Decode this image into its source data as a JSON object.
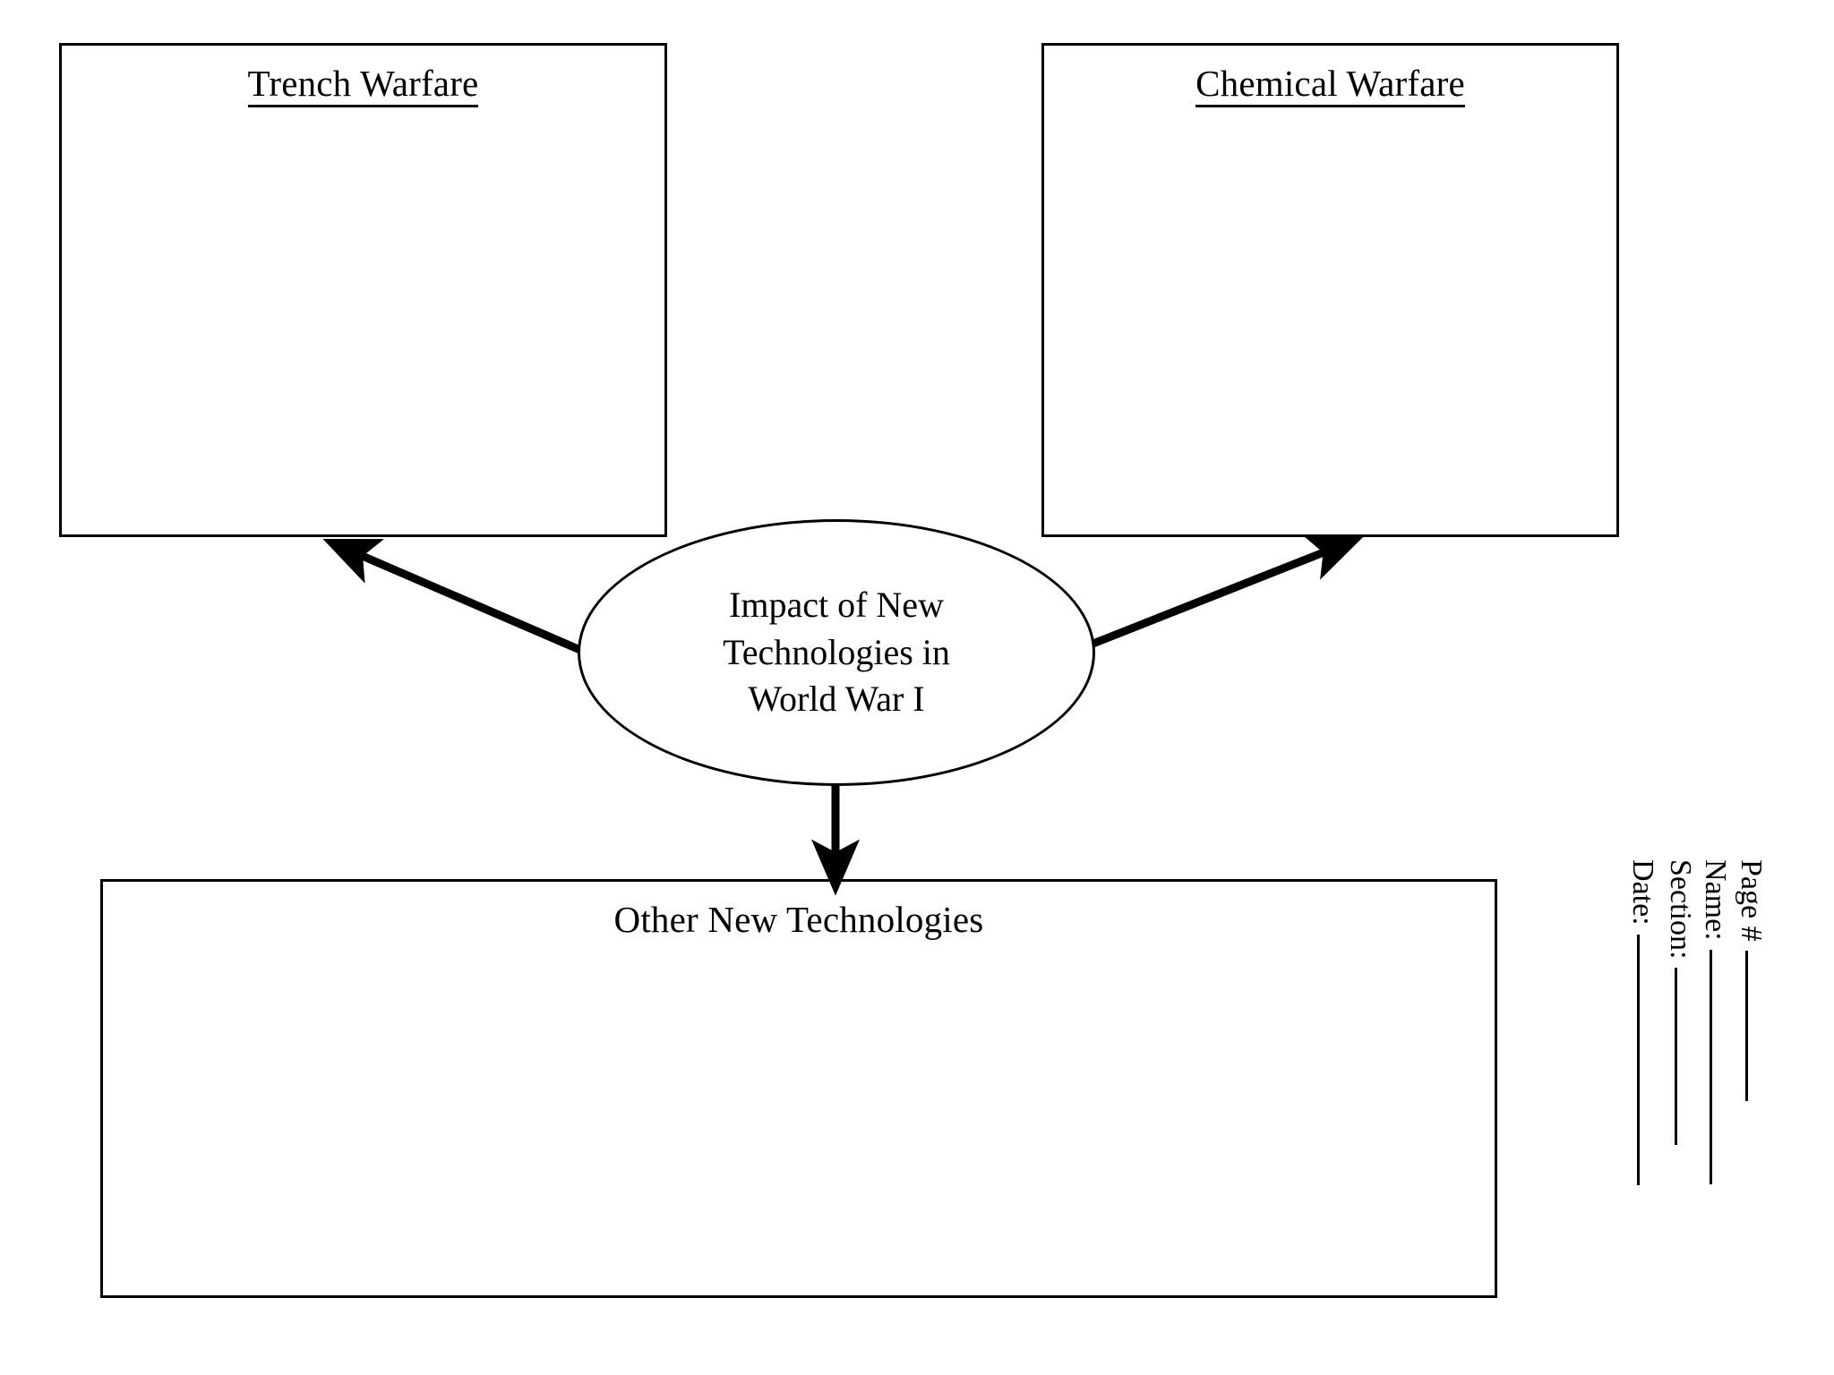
{
  "document": {
    "type": "graphic-organizer",
    "background_color": "#ffffff",
    "line_color": "#000000"
  },
  "center_node": {
    "label": "Impact of New\nTechnologies in\nWorld War I",
    "shape": "ellipse"
  },
  "boxes": [
    {
      "id": "trench-warfare",
      "title": "Trench Warfare",
      "underlined": true,
      "position": "top-left",
      "content": ""
    },
    {
      "id": "chemical-warfare",
      "title": "Chemical Warfare",
      "underlined": true,
      "position": "top-right",
      "content": ""
    },
    {
      "id": "other-new-technologies",
      "title": "Other New Technologies",
      "underlined": false,
      "position": "bottom",
      "content": ""
    }
  ],
  "connectors": [
    {
      "from": "center_node",
      "to": "trench-warfare",
      "style": "arrow"
    },
    {
      "from": "center_node",
      "to": "chemical-warfare",
      "style": "arrow"
    },
    {
      "from": "center_node",
      "to": "other-new-technologies",
      "style": "arrow"
    }
  ],
  "form_fields": [
    {
      "id": "page-number",
      "label": "Page #",
      "value": ""
    },
    {
      "id": "name",
      "label": "Name:",
      "value": ""
    },
    {
      "id": "section",
      "label": "Section:",
      "value": ""
    },
    {
      "id": "date",
      "label": "Date:",
      "value": ""
    }
  ]
}
